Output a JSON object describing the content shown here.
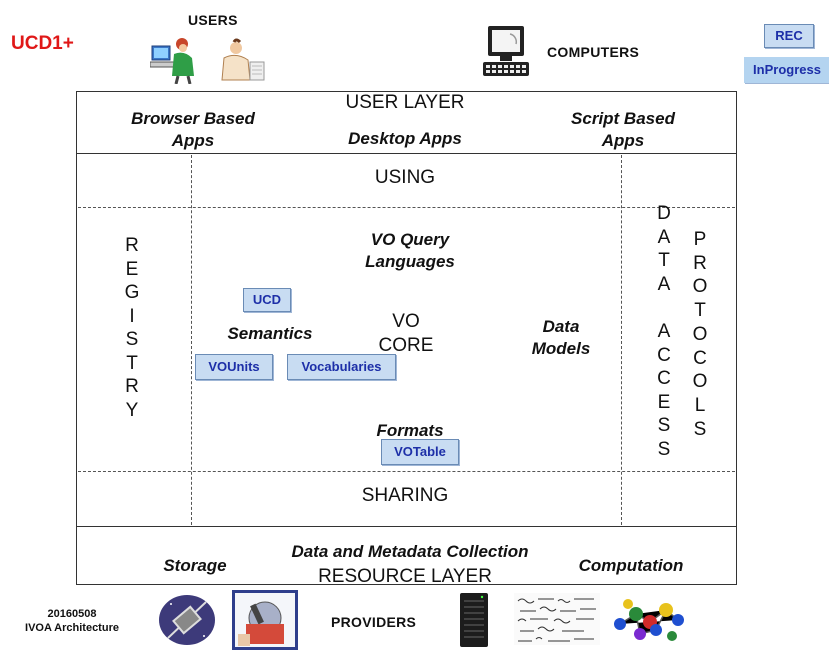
{
  "header": {
    "badge": "UCD1+",
    "users_label": "USERS",
    "computers_label": "COMPUTERS"
  },
  "legend": {
    "rec": "REC",
    "in_progress": "InProgress",
    "rec_color": "#c8dcf2",
    "in_progress_color": "#b4d4f0"
  },
  "user_layer": {
    "title": "USER LAYER",
    "browser_apps": "Browser Based Apps",
    "desktop_apps": "Desktop Apps",
    "script_apps": "Script Based Apps"
  },
  "using": "USING",
  "registry": [
    "R",
    "E",
    "G",
    "I",
    "S",
    "T",
    "R",
    "Y"
  ],
  "data_access": [
    "D",
    "A",
    "T",
    "A",
    "",
    "A",
    "C",
    "C",
    "E",
    "S",
    "S"
  ],
  "protocols": [
    "P",
    "R",
    "O",
    "T",
    "O",
    "C",
    "O",
    "L",
    "S"
  ],
  "core": {
    "query": "VO Query Languages",
    "semantics": "Semantics",
    "vo_core": "VO CORE",
    "data_models": "Data Models",
    "formats": "Formats"
  },
  "standards": {
    "ucd": "UCD",
    "vounits": "VOUnits",
    "vocabularies": "Vocabularies",
    "votable": "VOTable"
  },
  "sharing": "SHARING",
  "resource_layer": {
    "storage": "Storage",
    "collection": "Data and Metadata Collection",
    "title": "RESOURCE LAYER",
    "computation": "Computation"
  },
  "footer": {
    "date": "20160508",
    "caption": "IVOA Architecture",
    "providers": "PROVIDERS"
  }
}
